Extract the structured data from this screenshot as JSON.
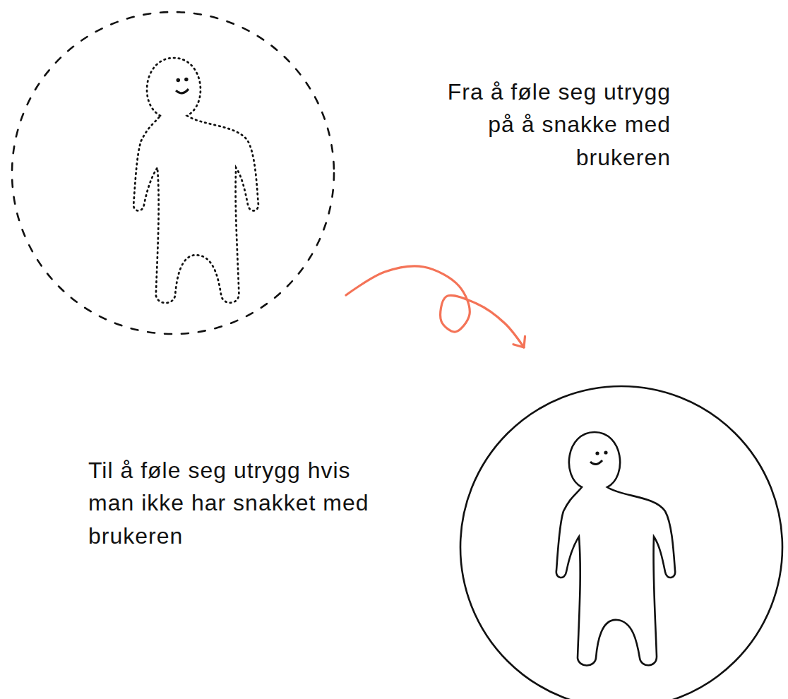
{
  "diagram": {
    "nodes": [
      {
        "text": [
          "Fra å føle seg utrygg på å snakke med brukeren"
        ]
      },
      {
        "text": [
          "Til å føle seg utrygg hvis man ikke har snakket med brukeren"
        ]
      }
    ],
    "edges": [
      {
        "from": 0,
        "to": 1,
        "arrow": "to"
      }
    ]
  }
}
